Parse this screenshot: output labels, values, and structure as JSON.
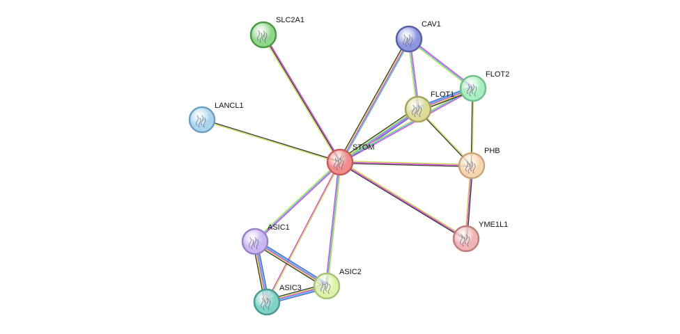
{
  "network": {
    "center": "STOM",
    "nodes": [
      {
        "id": "STOM",
        "label": "STOM",
        "color": "#f28b8b",
        "stroke": "#c85b5b"
      },
      {
        "id": "SLC2A1",
        "label": "SLC2A1",
        "color": "#8fd58a",
        "stroke": "#4c9a48"
      },
      {
        "id": "CAV1",
        "label": "CAV1",
        "color": "#8e96dd",
        "stroke": "#5860a8"
      },
      {
        "id": "FLOT2",
        "label": "FLOT2",
        "color": "#a9eec0",
        "stroke": "#6fbf8c"
      },
      {
        "id": "FLOT1",
        "label": "FLOT1",
        "color": "#dddb96",
        "stroke": "#a6a460"
      },
      {
        "id": "LANCL1",
        "label": "LANCL1",
        "color": "#a9d4ee",
        "stroke": "#6f9fc0"
      },
      {
        "id": "PHB",
        "label": "PHB",
        "color": "#f6d5b0",
        "stroke": "#c9a57b"
      },
      {
        "id": "YME1L1",
        "label": "YME1L1",
        "color": "#eeb3b3",
        "stroke": "#c07f7f"
      },
      {
        "id": "ASIC1",
        "label": "ASIC1",
        "color": "#cbb6f3",
        "stroke": "#9583c6"
      },
      {
        "id": "ASIC2",
        "label": "ASIC2",
        "color": "#dcf3a9",
        "stroke": "#a6c178"
      },
      {
        "id": "ASIC3",
        "label": "ASIC3",
        "color": "#7fd2c6",
        "stroke": "#4a9a8f"
      }
    ],
    "edges": [
      {
        "source": "STOM",
        "target": "SLC2A1",
        "evidence": [
          "#c8d84b",
          "#333333",
          "#d33fd3"
        ]
      },
      {
        "source": "STOM",
        "target": "LANCL1",
        "evidence": [
          "#c8d84b",
          "#333333"
        ]
      },
      {
        "source": "STOM",
        "target": "CAV1",
        "evidence": [
          "#333333",
          "#c8d84b",
          "#d33fd3",
          "#3fb6d8"
        ]
      },
      {
        "source": "STOM",
        "target": "FLOT1",
        "evidence": [
          "#333333",
          "#c8d84b",
          "#3fb6d8",
          "#d33fd3",
          "#3f5fd8"
        ]
      },
      {
        "source": "STOM",
        "target": "FLOT2",
        "evidence": [
          "#c8d84b",
          "#3fb6d8",
          "#d33fd3"
        ]
      },
      {
        "source": "STOM",
        "target": "PHB",
        "evidence": [
          "#c8d84b",
          "#d33fd3",
          "#333333"
        ]
      },
      {
        "source": "STOM",
        "target": "YME1L1",
        "evidence": [
          "#c8d84b",
          "#d33fd3",
          "#333333"
        ]
      },
      {
        "source": "STOM",
        "target": "ASIC1",
        "evidence": [
          "#d33fd3",
          "#3fb6d8",
          "#c8d84b"
        ]
      },
      {
        "source": "STOM",
        "target": "ASIC2",
        "evidence": [
          "#c8d84b",
          "#3fb6d8",
          "#d33fd3"
        ]
      },
      {
        "source": "STOM",
        "target": "ASIC3",
        "evidence": [
          "#c8d84b",
          "#d33fd3"
        ]
      },
      {
        "source": "CAV1",
        "target": "FLOT1",
        "evidence": [
          "#d33fd3",
          "#3fb6d8",
          "#c8d84b"
        ]
      },
      {
        "source": "CAV1",
        "target": "FLOT2",
        "evidence": [
          "#d33fd3",
          "#3fb6d8",
          "#c8d84b"
        ]
      },
      {
        "source": "FLOT1",
        "target": "FLOT2",
        "evidence": [
          "#3f5fd8",
          "#3fb6d8",
          "#d33fd3",
          "#c8d84b",
          "#333333"
        ]
      },
      {
        "source": "FLOT1",
        "target": "PHB",
        "evidence": [
          "#c8d84b",
          "#333333"
        ]
      },
      {
        "source": "FLOT2",
        "target": "PHB",
        "evidence": [
          "#c8d84b",
          "#333333"
        ]
      },
      {
        "source": "PHB",
        "target": "YME1L1",
        "evidence": [
          "#333333",
          "#d33fd3",
          "#c8d84b"
        ]
      },
      {
        "source": "ASIC1",
        "target": "ASIC2",
        "evidence": [
          "#3f5fd8",
          "#3fb6d8",
          "#d33fd3",
          "#c8d84b",
          "#333333"
        ]
      },
      {
        "source": "ASIC1",
        "target": "ASIC3",
        "evidence": [
          "#3f5fd8",
          "#3fb6d8",
          "#d33fd3",
          "#c8d84b",
          "#333333"
        ]
      },
      {
        "source": "ASIC2",
        "target": "ASIC3",
        "evidence": [
          "#3f5fd8",
          "#3fb6d8",
          "#d33fd3",
          "#c8d84b",
          "#333333"
        ]
      }
    ]
  }
}
